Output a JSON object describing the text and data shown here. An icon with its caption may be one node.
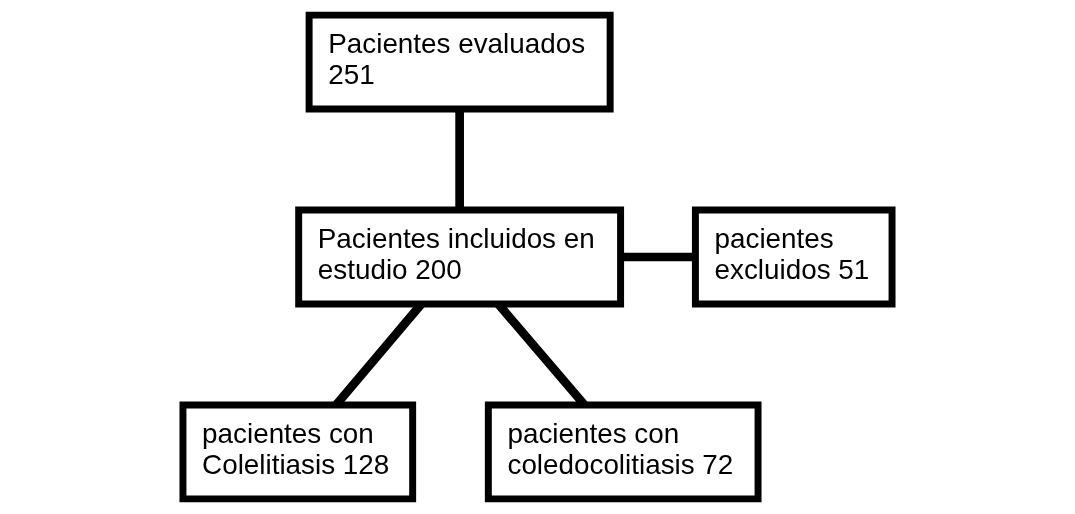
{
  "diagram": {
    "nodes": [
      {
        "text": [
          "Pacientes evaluados 251"
        ]
      },
      {
        "text": [
          "Pacientes incluidos en estudio 200"
        ]
      },
      {
        "text": [
          "pacientes excluidos 51"
        ]
      },
      {
        "text": [
          "pacientes con Colelitiasis 128"
        ]
      },
      {
        "text": [
          "pacientes con coledocolitiasis 72"
        ]
      }
    ],
    "edges": [
      {
        "from": 0,
        "to": 1,
        "arrow": "none"
      },
      {
        "from": 1,
        "to": 2,
        "arrow": "none"
      },
      {
        "from": 1,
        "to": 3,
        "arrow": "none"
      },
      {
        "from": 1,
        "to": 4,
        "arrow": "none"
      }
    ]
  }
}
